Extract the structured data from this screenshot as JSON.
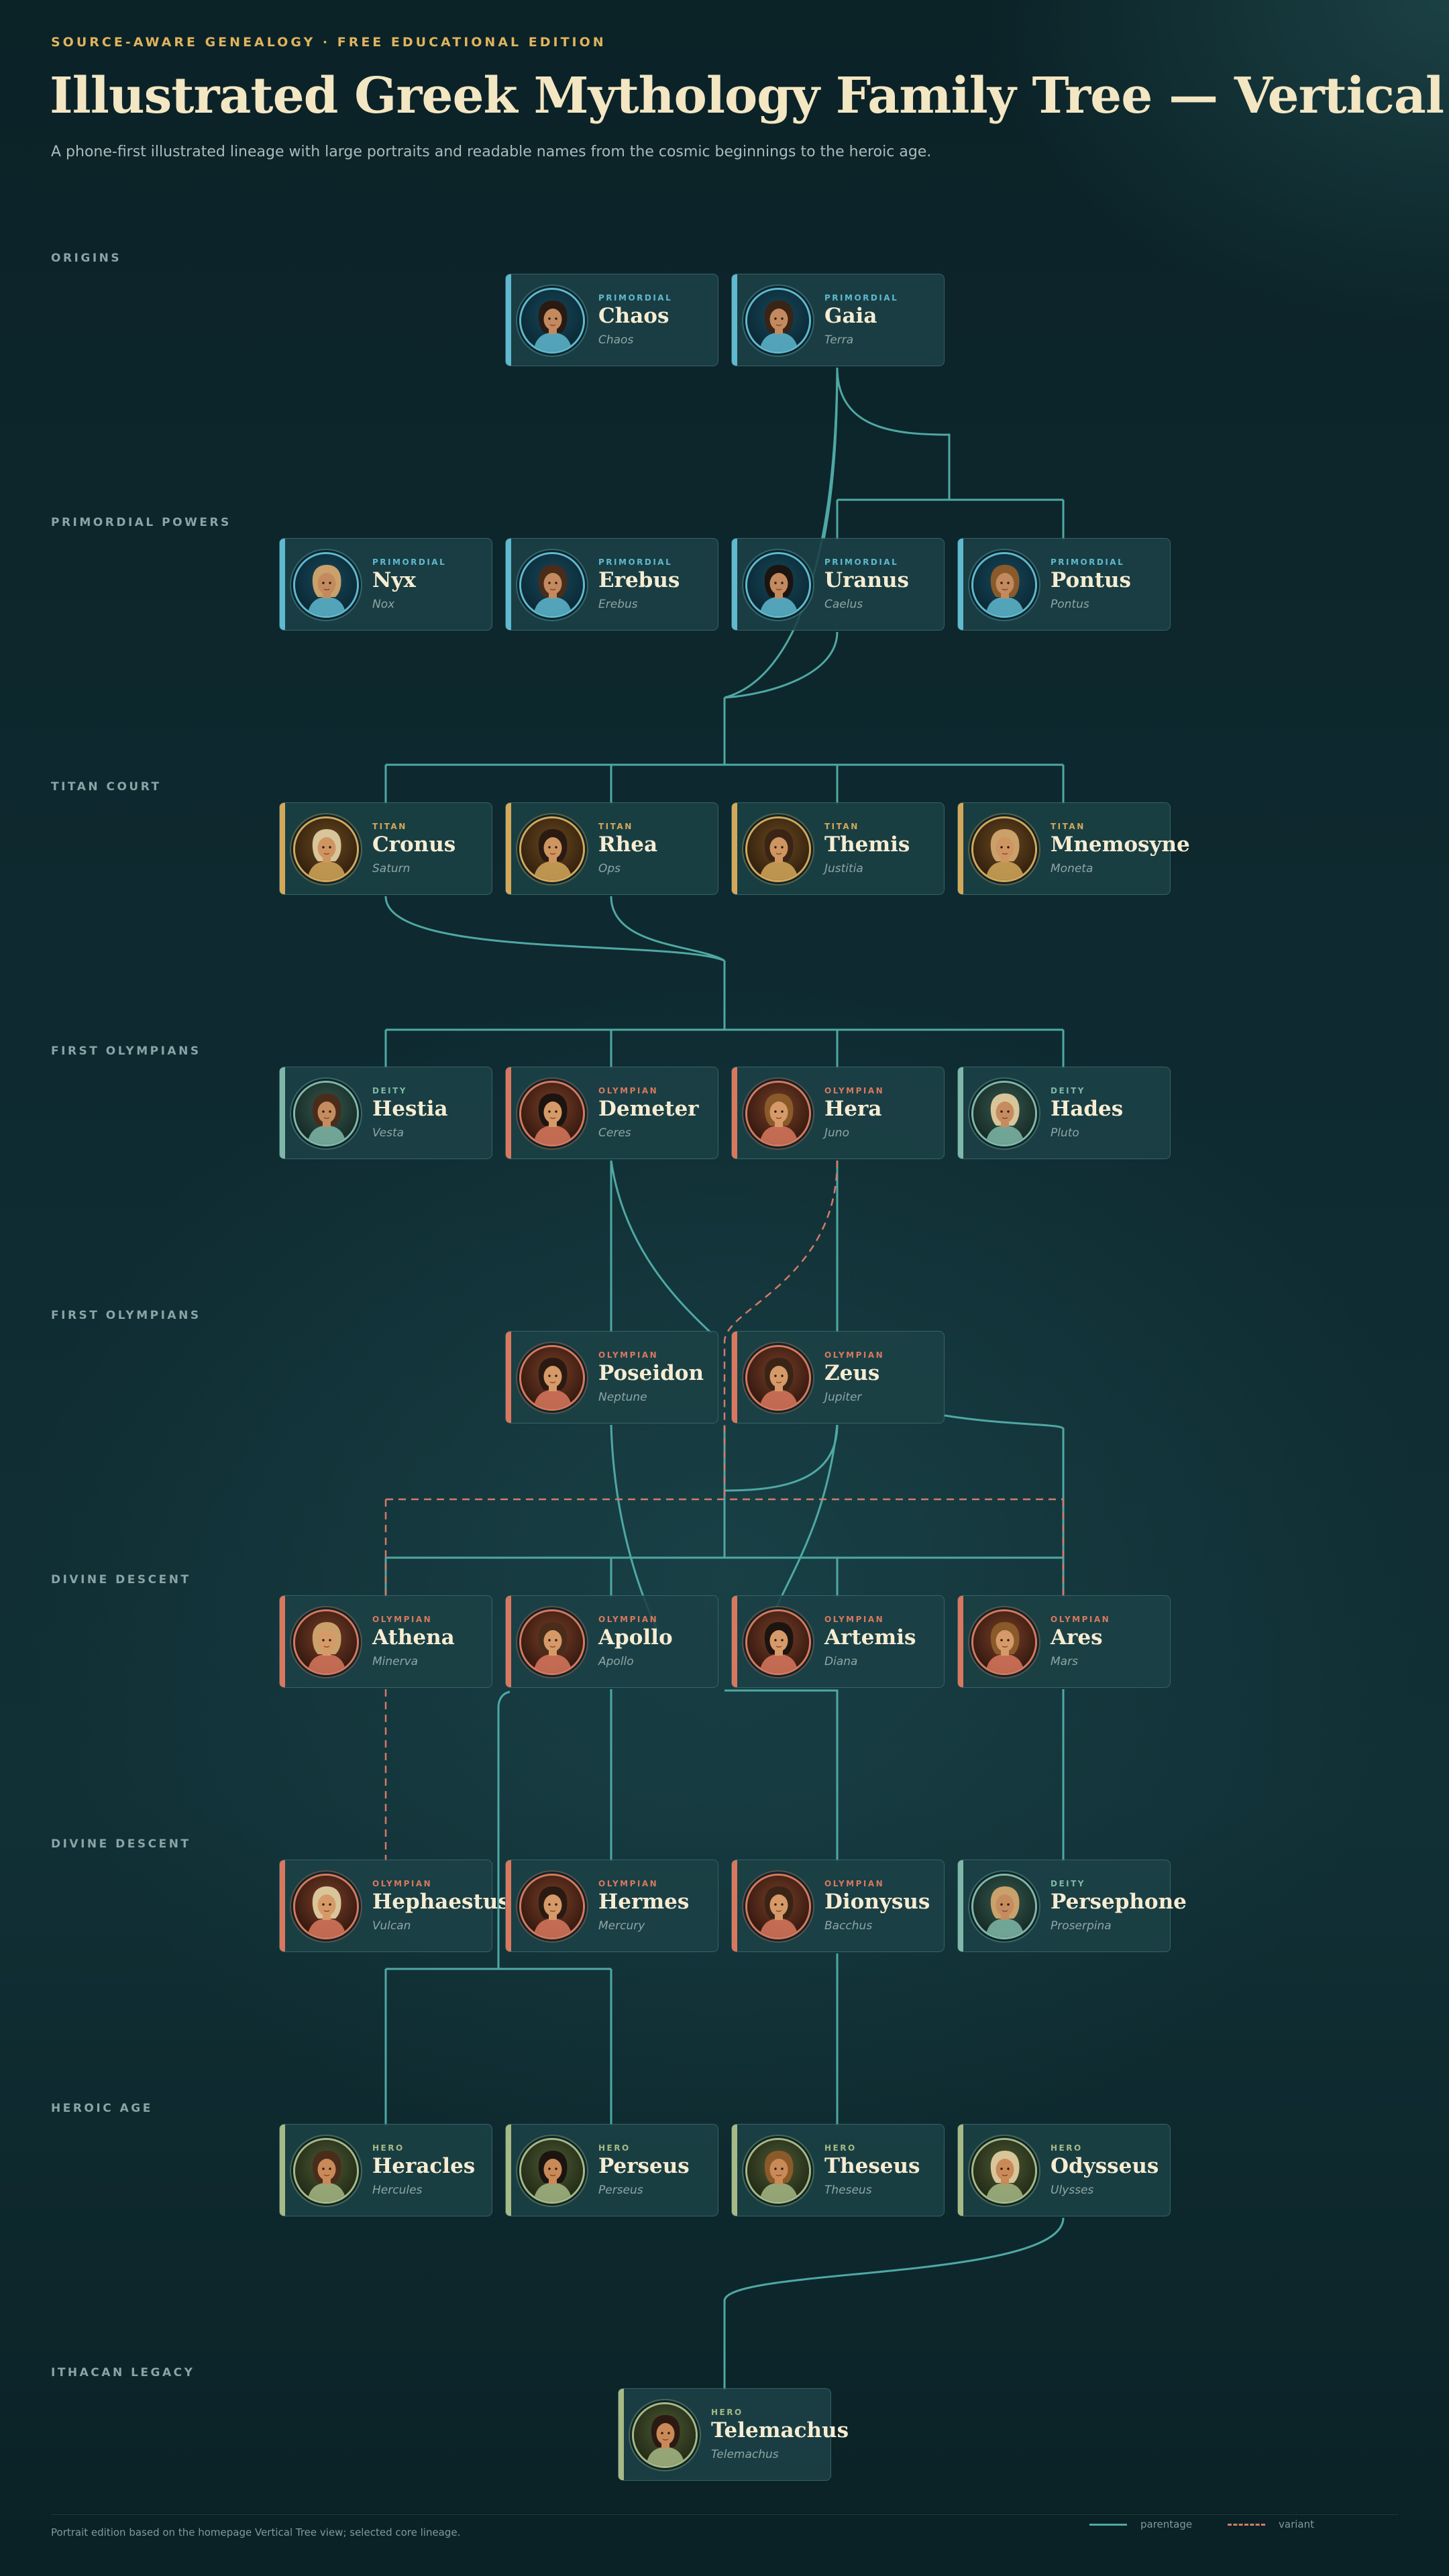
{
  "header": {
    "eyebrow": "SOURCE-AWARE GENEALOGY · FREE EDUCATIONAL EDITION",
    "title": "Illustrated Greek Mythology Family Tree — Vertical",
    "subtitle": "A phone-first illustrated lineage with large portraits and readable names from the cosmic beginnings to the heroic age."
  },
  "rows": [
    {
      "label": "ORIGINS"
    },
    {
      "label": "PRIMORDIAL POWERS"
    },
    {
      "label": "TITAN COURT"
    },
    {
      "label": "FIRST OLYMPIANS"
    },
    {
      "label": "FIRST OLYMPIANS"
    },
    {
      "label": "DIVINE DESCENT"
    },
    {
      "label": "DIVINE DESCENT"
    },
    {
      "label": "HEROIC AGE"
    },
    {
      "label": "ITHACAN LEGACY"
    }
  ],
  "colors": {
    "primordial": "#5fb9cf",
    "titan": "#d4a85a",
    "olympian": "#d9785e",
    "deity": "#7fb8a8",
    "hero": "#a7b985",
    "edge": "#4fa8a4",
    "variant": "#d47a68"
  },
  "figures": [
    {
      "id": "chaos",
      "badge": "PRIMORDIAL",
      "name": "Chaos",
      "latin": "Chaos",
      "kind": "primordial",
      "icon": "chaos-portrait-icon"
    },
    {
      "id": "gaia",
      "badge": "PRIMORDIAL",
      "name": "Gaia",
      "latin": "Terra",
      "kind": "primordial",
      "icon": "gaia-portrait-icon"
    },
    {
      "id": "nyx",
      "badge": "PRIMORDIAL",
      "name": "Nyx",
      "latin": "Nox",
      "kind": "primordial",
      "icon": "nyx-portrait-icon"
    },
    {
      "id": "erebus",
      "badge": "PRIMORDIAL",
      "name": "Erebus",
      "latin": "Erebus",
      "kind": "primordial",
      "icon": "erebus-portrait-icon"
    },
    {
      "id": "uranus",
      "badge": "PRIMORDIAL",
      "name": "Uranus",
      "latin": "Caelus",
      "kind": "primordial",
      "icon": "uranus-portrait-icon"
    },
    {
      "id": "pontus",
      "badge": "PRIMORDIAL",
      "name": "Pontus",
      "latin": "Pontus",
      "kind": "primordial",
      "icon": "pontus-portrait-icon"
    },
    {
      "id": "cronus",
      "badge": "TITAN",
      "name": "Cronus",
      "latin": "Saturn",
      "kind": "titan",
      "icon": "cronus-portrait-icon"
    },
    {
      "id": "rhea",
      "badge": "TITAN",
      "name": "Rhea",
      "latin": "Ops",
      "kind": "titan",
      "icon": "rhea-portrait-icon"
    },
    {
      "id": "themis",
      "badge": "TITAN",
      "name": "Themis",
      "latin": "Justitia",
      "kind": "titan",
      "icon": "themis-portrait-icon"
    },
    {
      "id": "mnemosyne",
      "badge": "TITAN",
      "name": "Mnemosyne",
      "latin": "Moneta",
      "kind": "titan",
      "icon": "mnemosyne-portrait-icon"
    },
    {
      "id": "hestia",
      "badge": "DEITY",
      "name": "Hestia",
      "latin": "Vesta",
      "kind": "deity",
      "icon": "hestia-portrait-icon"
    },
    {
      "id": "demeter",
      "badge": "OLYMPIAN",
      "name": "Demeter",
      "latin": "Ceres",
      "kind": "olympian",
      "icon": "demeter-portrait-icon"
    },
    {
      "id": "hera",
      "badge": "OLYMPIAN",
      "name": "Hera",
      "latin": "Juno",
      "kind": "olympian",
      "icon": "hera-portrait-icon"
    },
    {
      "id": "hades",
      "badge": "DEITY",
      "name": "Hades",
      "latin": "Pluto",
      "kind": "deity",
      "icon": "hades-portrait-icon"
    },
    {
      "id": "poseidon",
      "badge": "OLYMPIAN",
      "name": "Poseidon",
      "latin": "Neptune",
      "kind": "olympian",
      "icon": "poseidon-portrait-icon"
    },
    {
      "id": "zeus",
      "badge": "OLYMPIAN",
      "name": "Zeus",
      "latin": "Jupiter",
      "kind": "olympian",
      "icon": "zeus-portrait-icon"
    },
    {
      "id": "athena",
      "badge": "OLYMPIAN",
      "name": "Athena",
      "latin": "Minerva",
      "kind": "olympian",
      "icon": "athena-portrait-icon"
    },
    {
      "id": "apollo",
      "badge": "OLYMPIAN",
      "name": "Apollo",
      "latin": "Apollo",
      "kind": "olympian",
      "icon": "apollo-portrait-icon"
    },
    {
      "id": "artemis",
      "badge": "OLYMPIAN",
      "name": "Artemis",
      "latin": "Diana",
      "kind": "olympian",
      "icon": "artemis-portrait-icon"
    },
    {
      "id": "ares",
      "badge": "OLYMPIAN",
      "name": "Ares",
      "latin": "Mars",
      "kind": "olympian",
      "icon": "ares-portrait-icon"
    },
    {
      "id": "hephaestus",
      "badge": "OLYMPIAN",
      "name": "Hephaestus",
      "latin": "Vulcan",
      "kind": "olympian",
      "icon": "hephaestus-portrait-icon"
    },
    {
      "id": "hermes",
      "badge": "OLYMPIAN",
      "name": "Hermes",
      "latin": "Mercury",
      "kind": "olympian",
      "icon": "hermes-portrait-icon"
    },
    {
      "id": "dionysus",
      "badge": "OLYMPIAN",
      "name": "Dionysus",
      "latin": "Bacchus",
      "kind": "olympian",
      "icon": "dionysus-portrait-icon"
    },
    {
      "id": "persephone",
      "badge": "DEITY",
      "name": "Persephone",
      "latin": "Proserpina",
      "kind": "deity",
      "icon": "persephone-portrait-icon"
    },
    {
      "id": "heracles",
      "badge": "HERO",
      "name": "Heracles",
      "latin": "Hercules",
      "kind": "hero",
      "icon": "heracles-portrait-icon"
    },
    {
      "id": "perseus",
      "badge": "HERO",
      "name": "Perseus",
      "latin": "Perseus",
      "kind": "hero",
      "icon": "perseus-portrait-icon"
    },
    {
      "id": "theseus",
      "badge": "HERO",
      "name": "Theseus",
      "latin": "Theseus",
      "kind": "hero",
      "icon": "theseus-portrait-icon"
    },
    {
      "id": "odysseus",
      "badge": "HERO",
      "name": "Odysseus",
      "latin": "Ulysses",
      "kind": "hero",
      "icon": "odysseus-portrait-icon"
    },
    {
      "id": "telemachus",
      "badge": "HERO",
      "name": "Telemachus",
      "latin": "Telemachus",
      "kind": "hero",
      "icon": "telemachus-portrait-icon"
    }
  ],
  "relations": [
    {
      "from": [
        "gaia"
      ],
      "to": [
        "uranus",
        "pontus"
      ],
      "type": "parentage"
    },
    {
      "from": [
        "gaia",
        "uranus"
      ],
      "to": [
        "cronus",
        "rhea",
        "themis",
        "mnemosyne"
      ],
      "type": "parentage"
    },
    {
      "from": [
        "cronus",
        "rhea"
      ],
      "to": [
        "hestia",
        "demeter",
        "hera",
        "hades",
        "poseidon",
        "zeus"
      ],
      "type": "parentage"
    },
    {
      "from": [
        "zeus",
        "hera"
      ],
      "to": [
        "ares"
      ],
      "type": "parentage"
    },
    {
      "from": [
        "zeus"
      ],
      "to": [
        "athena"
      ],
      "type": "variant"
    },
    {
      "from": [
        "hera"
      ],
      "to": [
        "hephaestus"
      ],
      "type": "variant"
    },
    {
      "from": [
        "zeus"
      ],
      "to": [
        "apollo",
        "artemis",
        "hermes",
        "dionysus",
        "heracles",
        "perseus"
      ],
      "type": "parentage"
    },
    {
      "from": [
        "zeus",
        "demeter"
      ],
      "to": [
        "persephone"
      ],
      "type": "parentage"
    },
    {
      "from": [
        "poseidon"
      ],
      "to": [
        "theseus"
      ],
      "type": "parentage"
    },
    {
      "from": [
        "odysseus"
      ],
      "to": [
        "telemachus"
      ],
      "type": "parentage"
    }
  ],
  "footer": {
    "note": "Portrait edition based on the homepage Vertical Tree view; selected core lineage.",
    "legend_parentage": "parentage",
    "legend_variant": "variant"
  }
}
